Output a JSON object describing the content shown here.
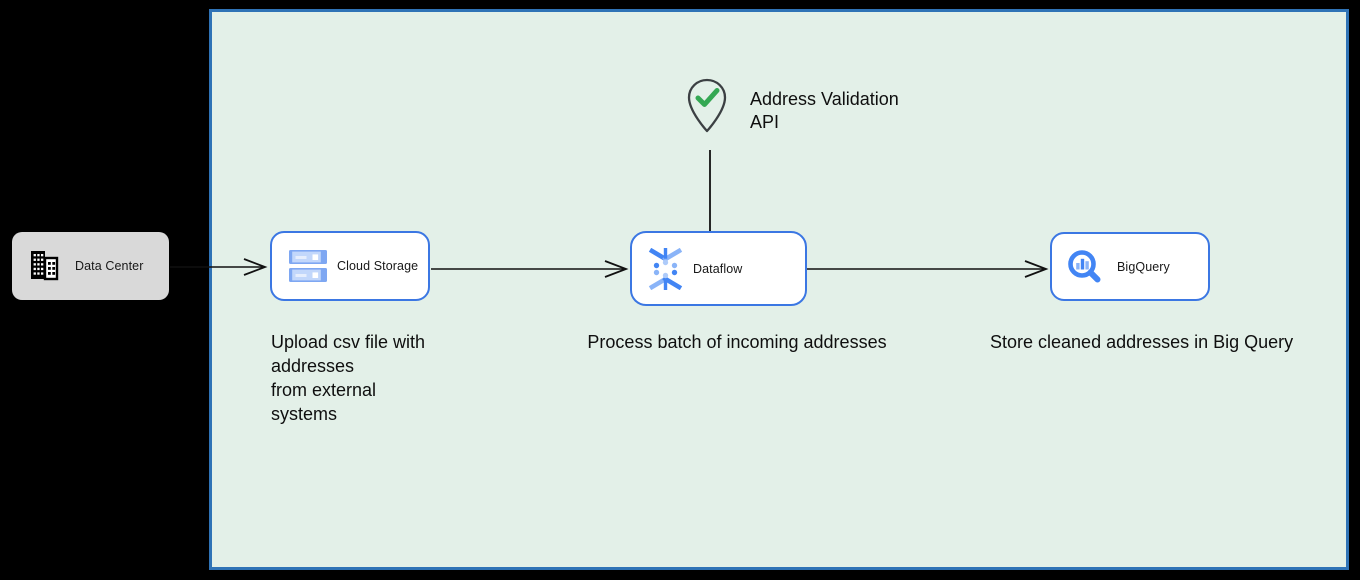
{
  "diagram": {
    "nodes": [
      {
        "id": "data-center",
        "label": "Data Center"
      },
      {
        "id": "cloud-storage",
        "label": "Cloud Storage"
      },
      {
        "id": "dataflow",
        "label": "Dataflow"
      },
      {
        "id": "bigquery",
        "label": "BigQuery"
      }
    ],
    "annotation": {
      "label": "Address Validation\nAPI"
    },
    "captions": [
      {
        "text": "Upload csv file with\naddresses\nfrom external\nsystems"
      },
      {
        "text": "Process batch of incoming addresses"
      },
      {
        "text": "Store cleaned addresses in Big Query"
      }
    ],
    "colors": {
      "canvas_background": "#000000",
      "container_fill": "#e3f0e8",
      "container_border": "#2f73b6",
      "node_fill": "#ffffff",
      "node_border": "#3b77e3",
      "data_center_fill": "#d9d9d9",
      "icon_blue": "#4285f4",
      "icon_blue_light": "#8ab4f8",
      "icon_blue_pale": "#c2d7fb",
      "check_green": "#34a853",
      "pin_outline": "#3c4043",
      "connector": "#111111"
    }
  }
}
